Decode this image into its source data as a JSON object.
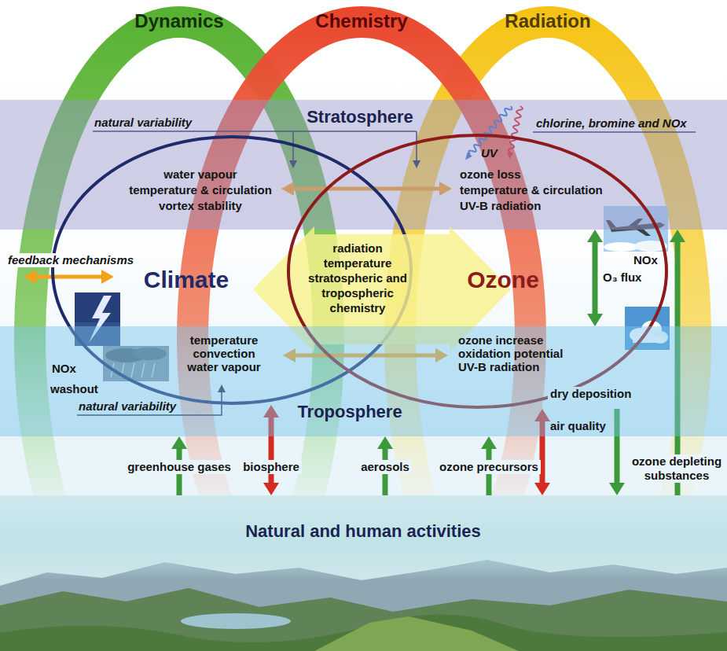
{
  "diagram": {
    "nodes": [
      {
        "text": [
          "Stratosphere"
        ]
      },
      {
        "text": [
          "Climate"
        ]
      },
      {
        "text": [
          "radiation temperature stratospheric and tropospheric chemistry"
        ]
      },
      {
        "text": [
          "Ozone"
        ]
      },
      {
        "text": [
          "Troposphere"
        ]
      },
      {
        "text": [
          "Natural and human activities"
        ]
      }
    ],
    "edges": [
      {
        "from": 0,
        "to": 4,
        "label": "O₃ flux",
        "arrow": "both"
      },
      {
        "from": 5,
        "to": 4,
        "label": "greenhouse gases",
        "arrow": "to"
      },
      {
        "from": 5,
        "to": 1,
        "label": "biosphere",
        "arrow": "both"
      },
      {
        "from": 5,
        "to": 4,
        "label": "aerosols",
        "arrow": "to"
      },
      {
        "from": 5,
        "to": 4,
        "label": "ozone precursors",
        "arrow": "to"
      },
      {
        "from": 5,
        "to": 3,
        "label": "air quality",
        "arrow": "both"
      },
      {
        "from": 3,
        "to": 5,
        "label": "dry deposition",
        "arrow": "to"
      },
      {
        "from": 5,
        "to": 0,
        "label": "ozone depleting substances",
        "arrow": "to"
      }
    ],
    "labels": [
      "Dynamics",
      "Chemistry",
      "Radiation",
      "natural variability",
      "chlorine, bromine and NOx",
      "UV",
      "water vapour temperature & circulation vortex stability",
      "ozone loss temperature & circulation UV-B radiation",
      "feedback mechanisms",
      "NOx",
      "NOx",
      "washout",
      "temperature convection water vapour",
      "ozone increase oxidation potential UV-B radiation",
      "natural variability"
    ]
  }
}
